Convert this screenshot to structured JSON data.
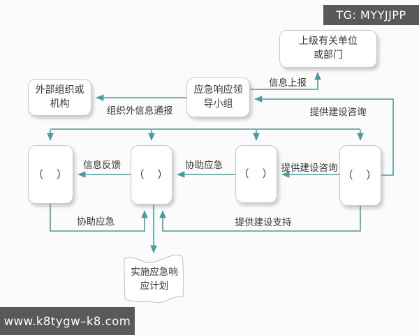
{
  "badges": {
    "tg": "TG: MYYJJPP",
    "url": "www.k8tygw–k8.com"
  },
  "colors": {
    "connector": "#4a9b9b",
    "badge_bg": "#59595b",
    "node_border": "#c8c8c8",
    "text": "#383838",
    "background": "#fbfbfb"
  },
  "nodes": {
    "superior_unit": "上级有关单位\n或部门",
    "external_org": "外部组织或\n机构",
    "leader_group": "应急响应领\n导小组",
    "dept1": "（　）",
    "dept2": "（　）",
    "dept3": "（　）",
    "dept4": "（　）",
    "implement_plan": "实施应急响\n应计划"
  },
  "edge_labels": {
    "report_info": "信息上报",
    "external_notify": "组织外信息通报",
    "provide_consult_top": "提供建设咨询",
    "info_feedback": "信息反馈",
    "assist_emergency_mid": "协助应急",
    "provide_consult_mid": "提供建设咨询",
    "assist_emergency_bottom": "协助应急",
    "provide_support_bottom": "提供建设支持"
  }
}
